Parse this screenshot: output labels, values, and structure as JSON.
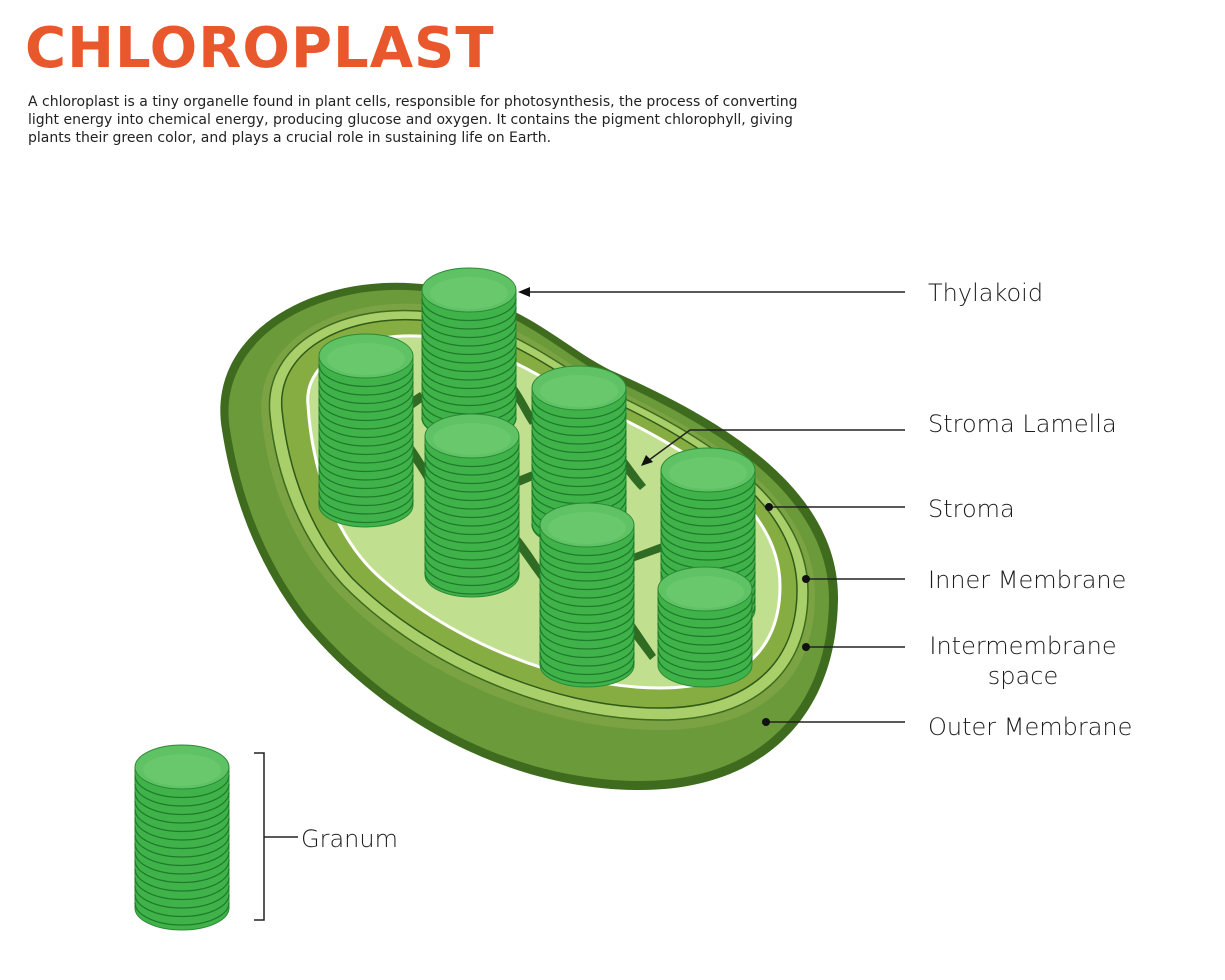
{
  "title": "CHLOROPLAST",
  "description": "A chloroplast is a tiny organelle found in plant cells, responsible for photosynthesis, the process of converting light energy into chemical energy, producing glucose and oxygen. It contains the pigment chlorophyll, giving plants their green color, and plays a crucial role in sustaining life on Earth.",
  "colors": {
    "title": "#e8582c",
    "outer_dark": "#3e6b1d",
    "outer_body": "#6b9a3a",
    "inter_band": "#a8cf6a",
    "inner_band": "#86ad42",
    "stroma": "#c1e08f",
    "granum_side": "#3fb34a",
    "granum_top": "#5fc265",
    "lamella": "#2f6b22"
  },
  "labels": {
    "thylakoid": "Thylakoid",
    "stroma_lamella": "Stroma Lamella",
    "stroma": "Stroma",
    "inner_membrane": "Inner Membrane",
    "intermembrane_line1": "Intermembrane",
    "intermembrane_line2": "space",
    "outer_membrane": "Outer Membrane",
    "granum": "Granum"
  }
}
